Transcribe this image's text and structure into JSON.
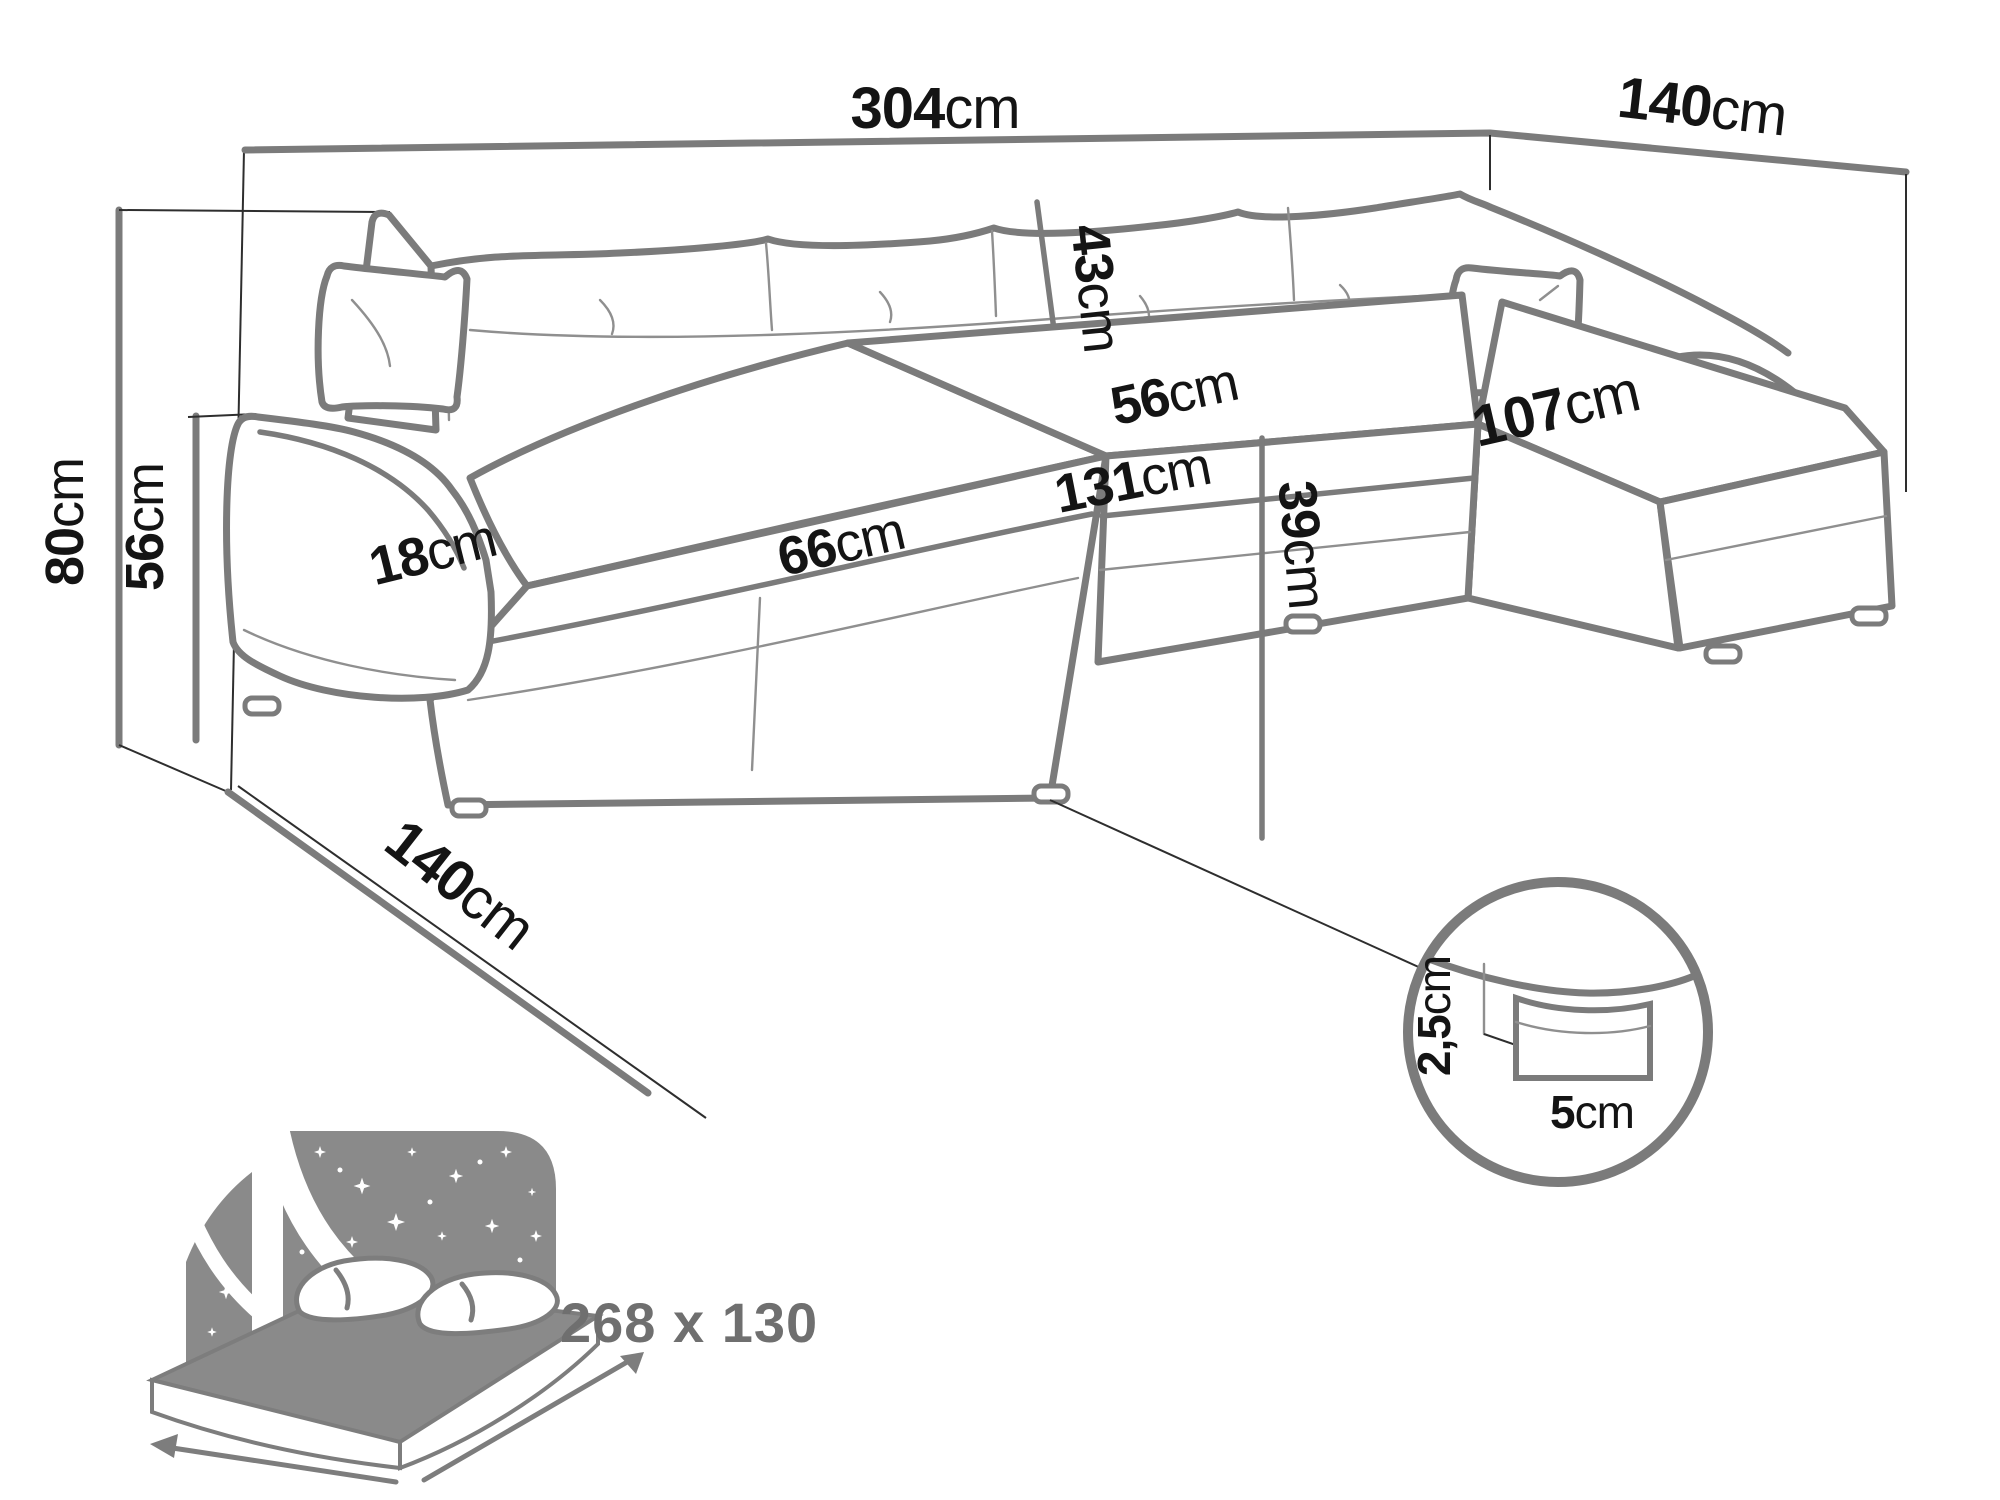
{
  "diagram": {
    "title": "corner-sofa-dimensions",
    "unit": "cm",
    "dimensions": {
      "total_width": {
        "value": "304",
        "unit": "cm"
      },
      "right_side_depth": {
        "value": "140",
        "unit": "cm"
      },
      "overall_height": {
        "value": "80",
        "unit": "cm"
      },
      "armrest_height": {
        "value": "56",
        "unit": "cm"
      },
      "armrest_width": {
        "value": "18",
        "unit": "cm"
      },
      "left_seat_width": {
        "value": "66",
        "unit": "cm"
      },
      "backrest_cushion_height": {
        "value": "43",
        "unit": "cm"
      },
      "seat_depth": {
        "value": "56",
        "unit": "cm"
      },
      "middle_seat_width": {
        "value": "131",
        "unit": "cm"
      },
      "seat_height": {
        "value": "39",
        "unit": "cm"
      },
      "right_chaise_length": {
        "value": "107",
        "unit": "cm"
      },
      "left_side_depth": {
        "value": "140",
        "unit": "cm"
      }
    },
    "leg_detail": {
      "leg_height": {
        "value": "2,5",
        "unit": "cm"
      },
      "leg_width": {
        "value": "5",
        "unit": "cm"
      }
    },
    "sleeping_area": {
      "size_label": "268 x 130"
    }
  },
  "colors": {
    "background": "#ffffff",
    "outline_gray": "#7b7b7b",
    "dimension_text": "#141414",
    "icon_gray": "#8a8a8a",
    "icon_text_gray": "#6f6f6f"
  }
}
